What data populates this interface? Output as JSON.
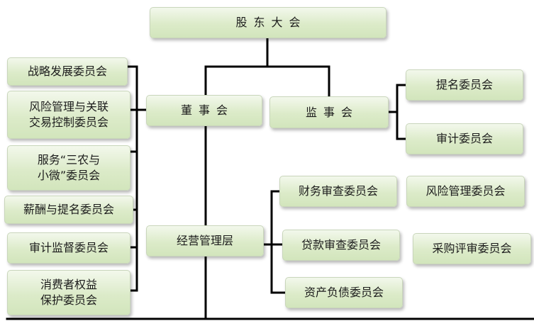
{
  "top": "股东大会",
  "board": "董事会",
  "supervisors": "监事会",
  "management": "经营管理层",
  "board_committees": [
    "战略发展委员会",
    "风险管理与关联\n交易控制委员会",
    "服务“三农与\n小微”委员会",
    "薪酬与提名委员会",
    "审计监督委员会",
    "消费者权益\n保护委员会"
  ],
  "supervisor_committees": [
    "提名委员会",
    "审计委员会"
  ],
  "management_committees": [
    "财务审查委员会",
    "贷款审查委员会",
    "资产负债委员会"
  ],
  "other_committees": [
    "风险管理委员会",
    "采购评审委员会"
  ]
}
